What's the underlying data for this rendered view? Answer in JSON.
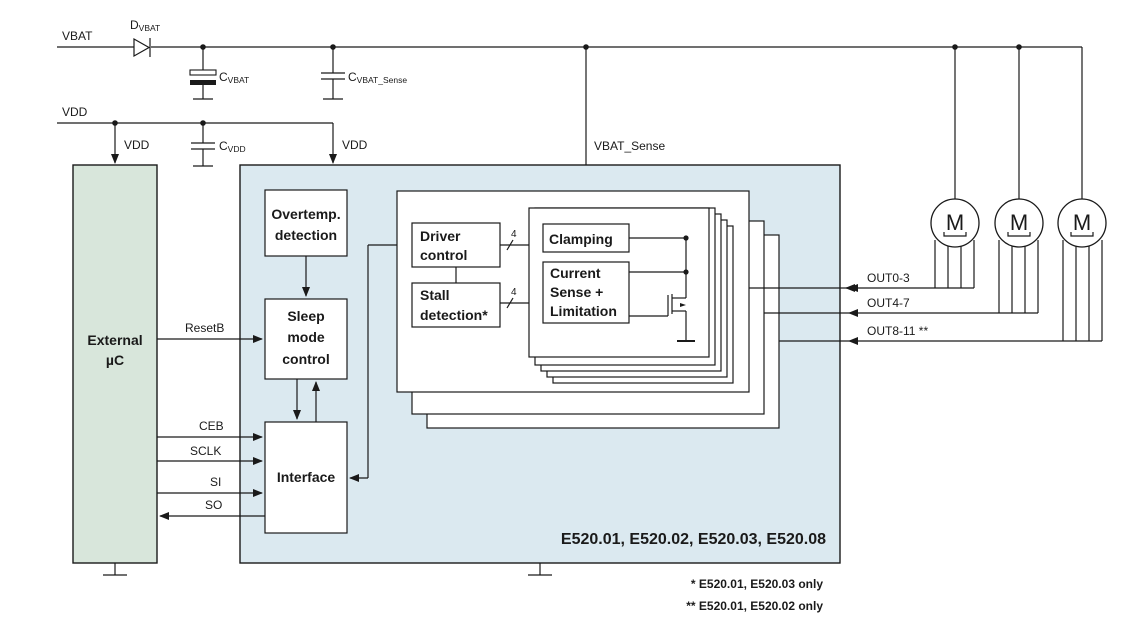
{
  "colors": {
    "chip_fill": "#dbe9f0",
    "mcu_fill": "#d8e6db",
    "line": "#1a1a1a",
    "background": "#ffffff"
  },
  "supply": {
    "vbat_label": "VBAT",
    "diode_label": "D",
    "diode_sub": "VBAT",
    "cvbat_label": "C",
    "cvbat_sub": "VBAT",
    "cvbat_sense_label": "C",
    "cvbat_sense_sub": "VBAT_Sense",
    "vdd_label": "VDD",
    "vdd_mcu_label": "VDD",
    "cvdd_label": "C",
    "cvdd_sub": "VDD",
    "vdd_chip_label": "VDD",
    "vbat_sense_label": "VBAT_Sense"
  },
  "mcu": {
    "line1": "External",
    "line2": "µC"
  },
  "signals": {
    "resetb": "ResetB",
    "ceb": "CEB",
    "sclk": "SCLK",
    "si": "SI",
    "so": "SO"
  },
  "chip": {
    "overtemp_line1": "Overtemp.",
    "overtemp_line2": "detection",
    "sleep_line1": "Sleep",
    "sleep_line2": "mode",
    "sleep_line3": "control",
    "interface": "Interface",
    "driver_line1": "Driver",
    "driver_line2": "control",
    "stall_line1": "Stall",
    "stall_line2": "detection*",
    "clamping": "Clamping",
    "cs_line1": "Current",
    "cs_line2": "Sense +",
    "cs_line3": "Limitation",
    "bus_width_1": "4",
    "bus_width_2": "4",
    "part_numbers": "E520.01, E520.02, E520.03, E520.08"
  },
  "outputs": {
    "out1": "OUT0-3",
    "out2": "OUT4-7",
    "out3": "OUT8-11 **"
  },
  "motors": {
    "m1": "M",
    "m2": "M",
    "m3": "M"
  },
  "footnotes": {
    "note1": "* E520.01, E520.03 only",
    "note2": "** E520.01, E520.02 only"
  }
}
